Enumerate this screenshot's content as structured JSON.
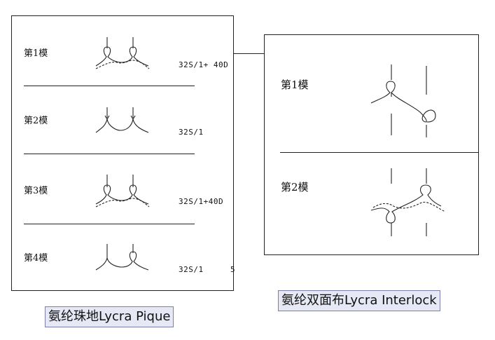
{
  "pique": {
    "rows": [
      {
        "label": "第1模",
        "spec": "32S/1+ 40D"
      },
      {
        "label": "第2模",
        "spec": "32S/1"
      },
      {
        "label": "第3模",
        "spec": "32S/1+40D"
      },
      {
        "label": "第4模",
        "spec": "32S/1",
        "extra": "5"
      }
    ],
    "caption": "氨纶珠地Lycra Pique"
  },
  "interlock": {
    "rows": [
      {
        "label": "第1模"
      },
      {
        "label": "第2模"
      }
    ],
    "caption": "氨纶双面布Lycra Interlock"
  }
}
